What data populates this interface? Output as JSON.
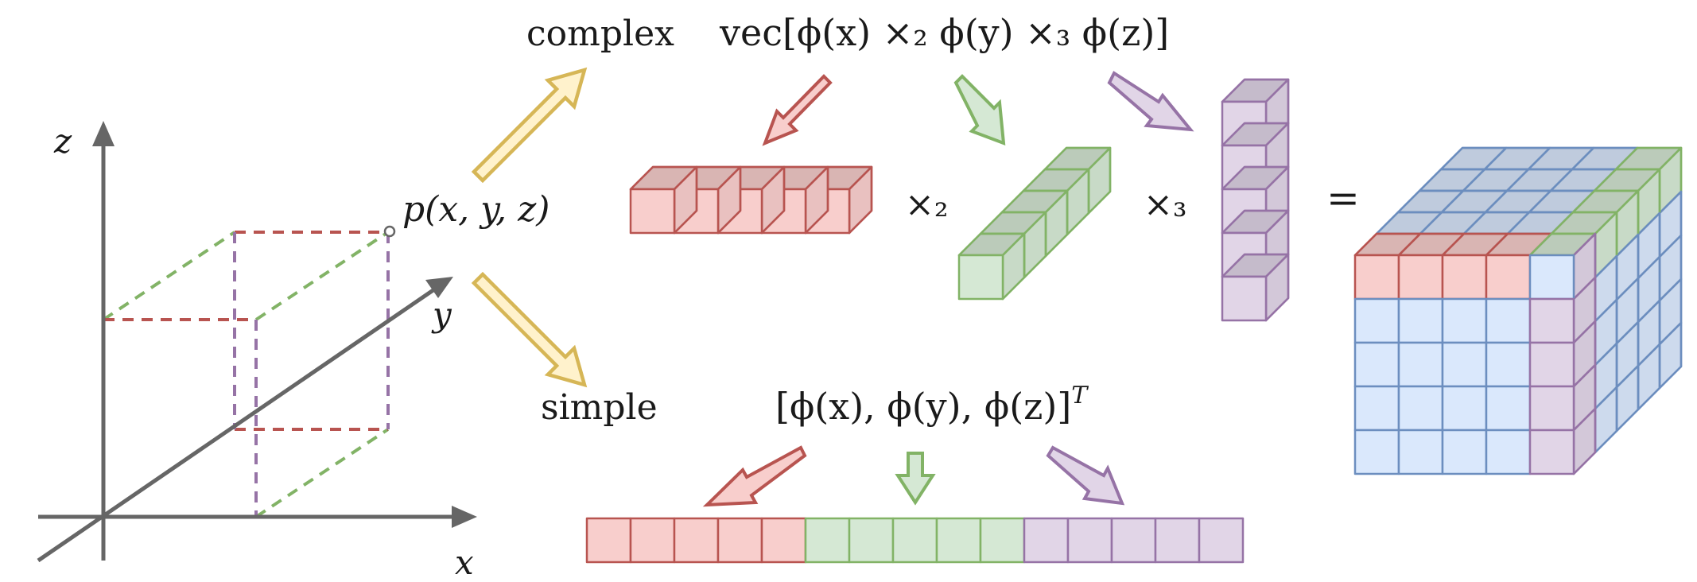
{
  "labels": {
    "complex": "complex",
    "simple": "simple",
    "point": "p(x, y, z)",
    "axis_x": "x",
    "axis_y": "y",
    "axis_z": "z",
    "complex_formula": "vec[ϕ(x) ×₂ ϕ(y) ×₃ ϕ(z)]",
    "simple_formula": "[ϕ(x), ϕ(y), ϕ(z)]",
    "simple_formula_sup": "T",
    "times2": "×₂",
    "times3": "×₃",
    "equals": "="
  },
  "colors": {
    "axis": "#666666",
    "red_fill": "#f8cecc",
    "red_stroke": "#b85450",
    "green_fill": "#d5e8d4",
    "green_stroke": "#82b366",
    "purple_fill": "#e1d5e7",
    "purple_stroke": "#9673a6",
    "blue_fill": "#dae8fc",
    "blue_stroke": "#6c8ebf",
    "yellow_fill": "#fff2cc",
    "yellow_stroke": "#d6b656"
  },
  "icons": {
    "arrow": "block-arrow-icon",
    "cube": "voxel-cube-icon"
  }
}
